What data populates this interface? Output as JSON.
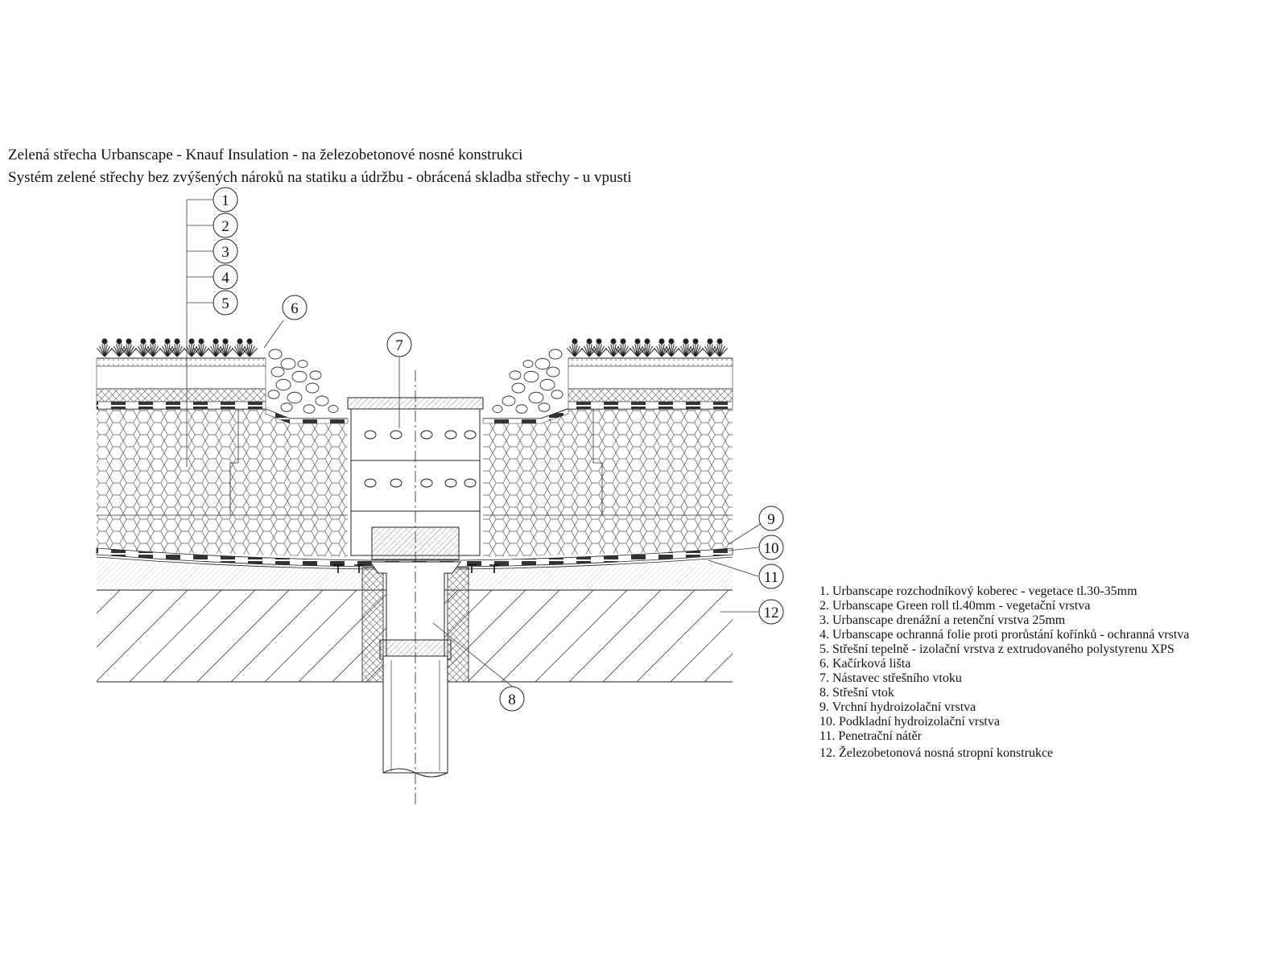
{
  "title_line1": "Zelená střecha Urbanscape - Knauf Insulation - na železobetonové nosné konstrukci",
  "title_line2": "Systém zelené střechy bez zvýšených nároků na statiku a údržbu - obrácená skladba střechy - u vpusti",
  "callouts": [
    "1",
    "2",
    "3",
    "4",
    "5",
    "6",
    "7",
    "8",
    "9",
    "10",
    "11",
    "12"
  ],
  "legend": [
    "1. Urbanscape rozchodníkový koberec - vegetace tl.30-35mm",
    "2. Urbanscape Green roll tl.40mm - vegetační vrstva",
    "3. Urbanscape drenážní a retenční vrstva 25mm",
    "4. Urbanscape ochranná folie proti prorůstání kořínků - ochranná vrstva",
    "5. Střešní tepelně - izolační vrstva z extrudovaného polystyrenu XPS",
    "6. Kačírková lišta",
    "7. Nástavec střešního vtoku",
    "8. Střešní vtok",
    "9. Vrchní hydroizolační vrstva",
    "10. Podkladní hydroizolační vrstva",
    "11. Penetrační nátěr",
    "12. Železobetonová nosná stropní konstrukce"
  ]
}
